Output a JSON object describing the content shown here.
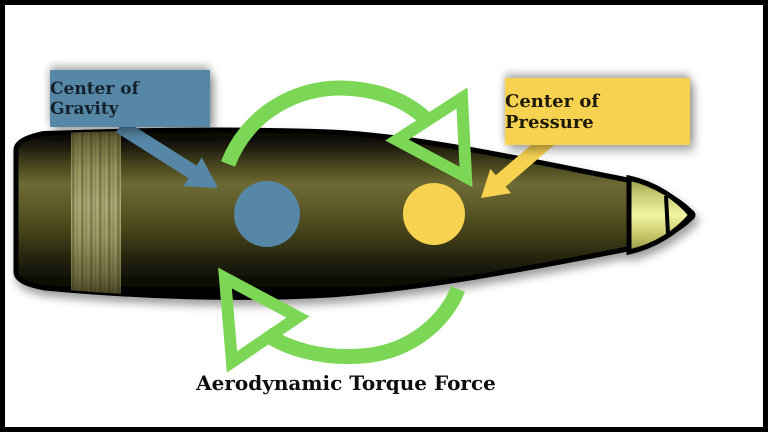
{
  "diagram": {
    "title_hint": "Bullet stability diagram",
    "labels": {
      "center_of_gravity": "Center of Gravity",
      "center_of_pressure": "Center of Pressure",
      "torque_caption": "Aerodynamic Torque Force"
    },
    "colors": {
      "gravity_blue": "#5687A6",
      "pressure_yellow": "#F7D251",
      "torque_green": "#7BD755",
      "bullet_olive": "#6C6933",
      "bullet_tip_yellow": "#F2F3A0",
      "cannelure_khaki": "#A5A46D",
      "background": "#FFFFFF",
      "frame": "#000000"
    }
  }
}
